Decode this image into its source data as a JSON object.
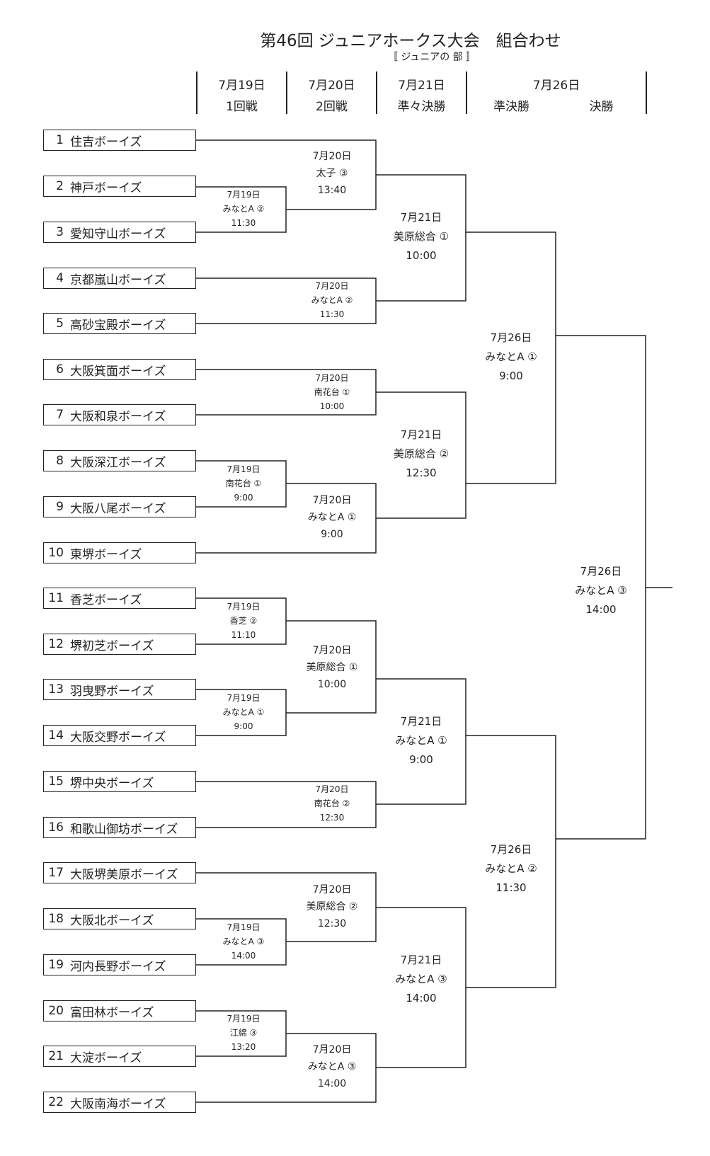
{
  "title": "第46回 ジュニアホークス大会　組合わせ",
  "subtitle": "〚 ジュニアの 部 〛",
  "round_headers": [
    {
      "date": "7月19日",
      "round": "1回戦"
    },
    {
      "date": "7月20日",
      "round": "2回戦"
    },
    {
      "date": "7月21日",
      "round": "準々決勝"
    },
    {
      "date": "7月26日",
      "round": "準決勝",
      "round2": "決勝"
    }
  ],
  "teams": [
    {
      "no": "1",
      "name": "住吉ボーイズ"
    },
    {
      "no": "2",
      "name": "神戸ボーイズ"
    },
    {
      "no": "3",
      "name": "愛知守山ボーイズ"
    },
    {
      "no": "4",
      "name": "京都嵐山ボーイズ"
    },
    {
      "no": "5",
      "name": "高砂宝殿ボーイズ"
    },
    {
      "no": "6",
      "name": "大阪箕面ボーイズ"
    },
    {
      "no": "7",
      "name": "大阪和泉ボーイズ"
    },
    {
      "no": "8",
      "name": "大阪深江ボーイズ"
    },
    {
      "no": "9",
      "name": "大阪八尾ボーイズ"
    },
    {
      "no": "10",
      "name": "東堺ボーイズ"
    },
    {
      "no": "11",
      "name": "香芝ボーイズ"
    },
    {
      "no": "12",
      "name": "堺初芝ボーイズ"
    },
    {
      "no": "13",
      "name": "羽曳野ボーイズ"
    },
    {
      "no": "14",
      "name": "大阪交野ボーイズ"
    },
    {
      "no": "15",
      "name": "堺中央ボーイズ"
    },
    {
      "no": "16",
      "name": "和歌山御坊ボーイズ"
    },
    {
      "no": "17",
      "name": "大阪堺美原ボーイズ"
    },
    {
      "no": "18",
      "name": "大阪北ボーイズ"
    },
    {
      "no": "19",
      "name": "河内長野ボーイズ"
    },
    {
      "no": "20",
      "name": "富田林ボーイズ"
    },
    {
      "no": "21",
      "name": "大淀ボーイズ"
    },
    {
      "no": "22",
      "name": "大阪南海ボーイズ"
    }
  ],
  "games": [
    {
      "date": "7月19日",
      "venue": "みなとA ②",
      "time": "11:30"
    },
    {
      "date": "7月19日",
      "venue": "南花台 ①",
      "time": "9:00"
    },
    {
      "date": "7月19日",
      "venue": "香芝 ②",
      "time": "11:10"
    },
    {
      "date": "7月19日",
      "venue": "みなとA ①",
      "time": "9:00"
    },
    {
      "date": "7月19日",
      "venue": "みなとA ③",
      "time": "14:00"
    },
    {
      "date": "7月19日",
      "venue": "江綿 ③",
      "time": "13:20"
    },
    {
      "date": "7月20日",
      "venue": "太子 ③",
      "time": "13:40"
    },
    {
      "date": "7月20日",
      "venue": "みなとA ②",
      "time": "11:30"
    },
    {
      "date": "7月20日",
      "venue": "南花台 ①",
      "time": "10:00"
    },
    {
      "date": "7月20日",
      "venue": "みなとA ①",
      "time": "9:00"
    },
    {
      "date": "7月20日",
      "venue": "美原総合 ①",
      "time": "10:00"
    },
    {
      "date": "7月20日",
      "venue": "南花台 ②",
      "time": "12:30"
    },
    {
      "date": "7月20日",
      "venue": "美原総合 ②",
      "time": "12:30"
    },
    {
      "date": "7月20日",
      "venue": "みなとA ③",
      "time": "14:00"
    },
    {
      "date": "7月21日",
      "venue": "美原総合 ①",
      "time": "10:00"
    },
    {
      "date": "7月21日",
      "venue": "美原総合 ②",
      "time": "12:30"
    },
    {
      "date": "7月21日",
      "venue": "みなとA ①",
      "time": "9:00"
    },
    {
      "date": "7月21日",
      "venue": "みなとA ③",
      "time": "14:00"
    },
    {
      "date": "7月26日",
      "venue": "みなとA ①",
      "time": "9:00"
    },
    {
      "date": "7月26日",
      "venue": "みなとA ②",
      "time": "11:30"
    },
    {
      "date": "7月26日",
      "venue": "みなとA ③",
      "time": "14:00"
    }
  ]
}
